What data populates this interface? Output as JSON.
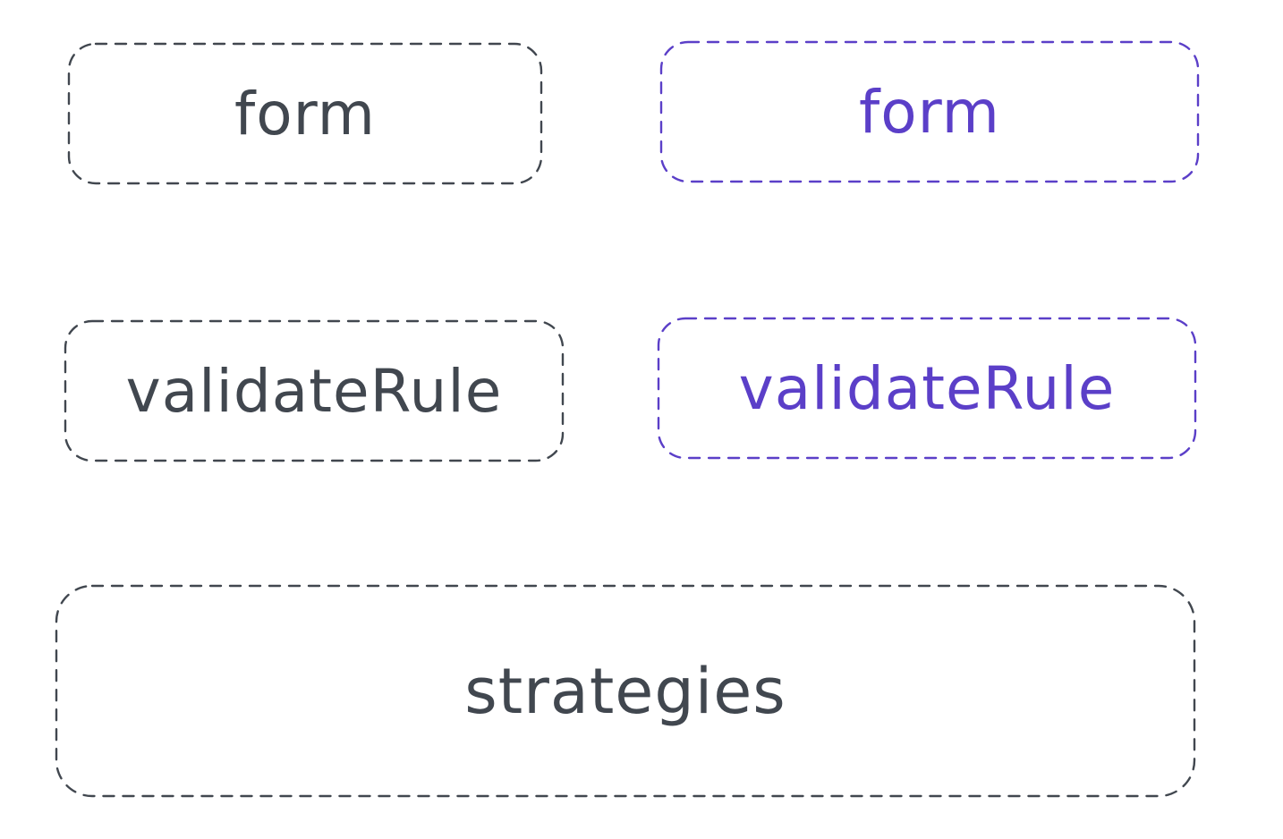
{
  "colors": {
    "gray": "#41474f",
    "purple": "#5b3fc8",
    "background": "#ffffff"
  },
  "boxes": [
    {
      "label": "form",
      "color": "gray"
    },
    {
      "label": "form",
      "color": "purple"
    },
    {
      "label": "validateRule",
      "color": "gray"
    },
    {
      "label": "validateRule",
      "color": "purple"
    },
    {
      "label": "strategies",
      "color": "gray"
    }
  ]
}
